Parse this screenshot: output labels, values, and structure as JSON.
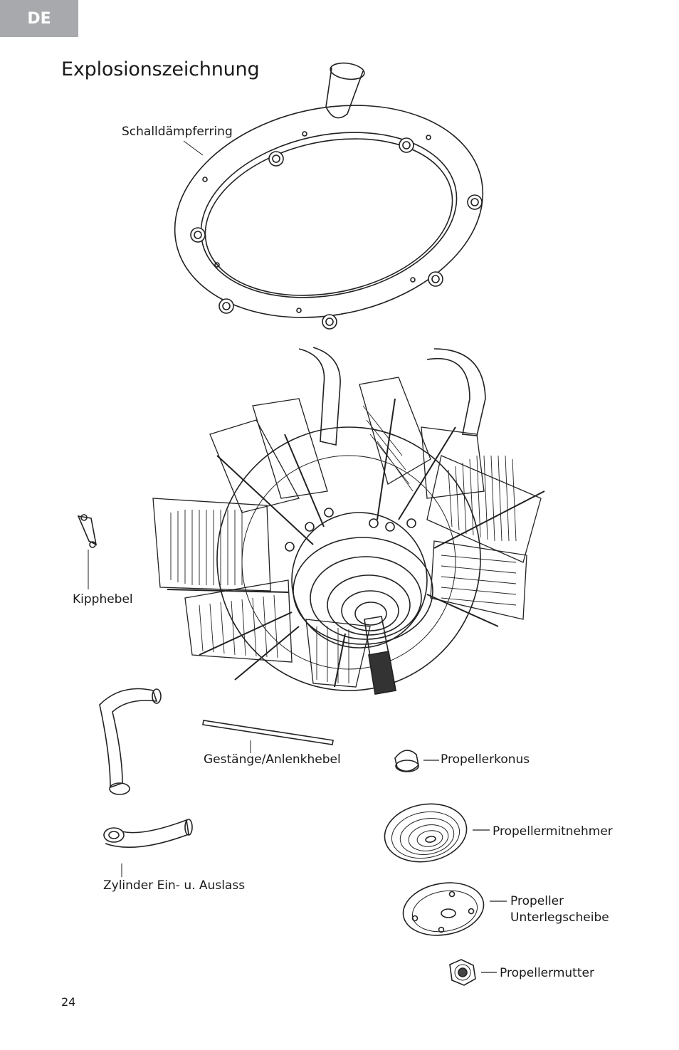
{
  "language_tab": "DE",
  "title": "Explosionszeichnung",
  "parts": {
    "muffler_ring": "Schalldämpferring",
    "rocker_arm": "Kipphebel",
    "pushrod": "Gestänge/Anlenkhebel",
    "intake_exhaust": "Zylinder Ein- u. Auslass",
    "prop_cone": "Propellerkonus",
    "prop_hub": "Propellermitnehmer",
    "prop_washer_line1": "Propeller",
    "prop_washer_line2": "Unterlegscheibe",
    "prop_nut": "Propellermutter"
  },
  "page_number": "24"
}
